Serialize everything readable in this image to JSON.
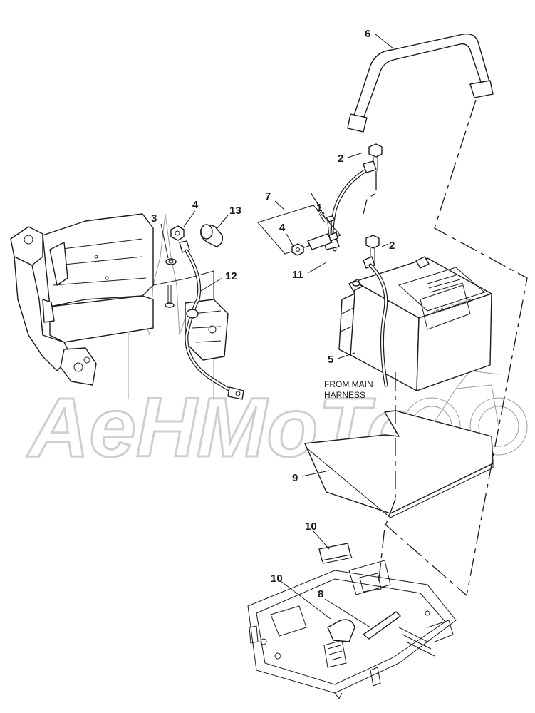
{
  "watermark": {
    "text": "AeHMoTo"
  },
  "callouts": [
    {
      "id": "c1",
      "label": "1"
    },
    {
      "id": "c2a",
      "label": "2"
    },
    {
      "id": "c2b",
      "label": "2"
    },
    {
      "id": "c3",
      "label": "3"
    },
    {
      "id": "c4a",
      "label": "4"
    },
    {
      "id": "c4b",
      "label": "4"
    },
    {
      "id": "c5",
      "label": "5"
    },
    {
      "id": "c6",
      "label": "6"
    },
    {
      "id": "c7",
      "label": "7"
    },
    {
      "id": "c8",
      "label": "8"
    },
    {
      "id": "c9",
      "label": "9"
    },
    {
      "id": "c10a",
      "label": "10"
    },
    {
      "id": "c10b",
      "label": "10"
    },
    {
      "id": "c11",
      "label": "11"
    },
    {
      "id": "c12",
      "label": "12"
    },
    {
      "id": "c13",
      "label": "13"
    }
  ],
  "notes": {
    "from_main_line1": "FROM MAIN",
    "from_main_line2": "HARNESS"
  },
  "battery_label": "HARLEY-DAVIDSON"
}
